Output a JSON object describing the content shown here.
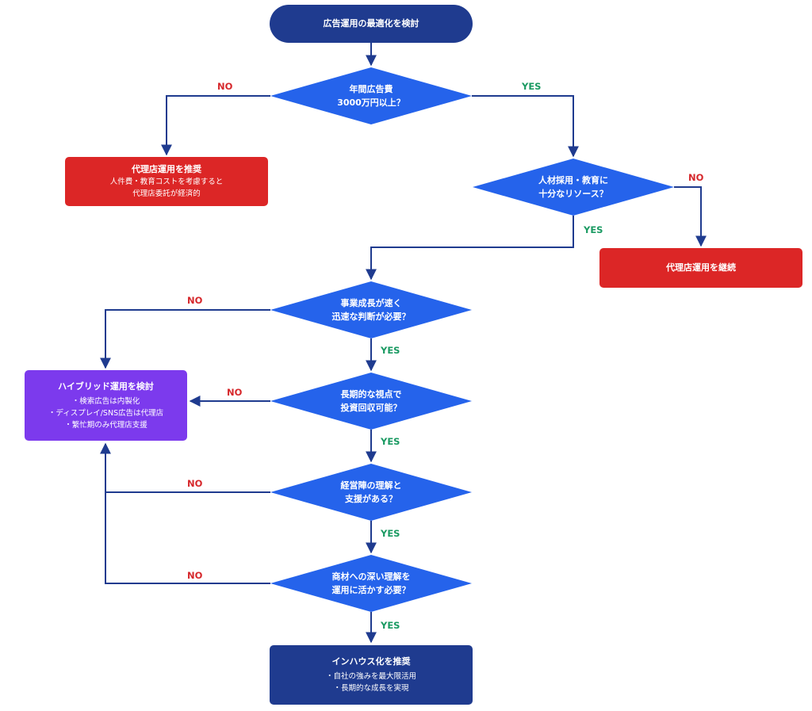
{
  "colors": {
    "navy": "#1f3b8f",
    "blue_decision": "#2563eb",
    "red": "#dc2626",
    "purple": "#7c3aed",
    "edge": "#1f3b8f",
    "no_label": "#d6282c",
    "yes_label": "#1a9a62"
  },
  "start": {
    "title": "広告運用の最適化を検討"
  },
  "decision1": {
    "line1": "年間広告費",
    "line2": "3000万円以上？"
  },
  "decision2": {
    "line1": "人材採用・教育に",
    "line2": "十分なリソース？"
  },
  "decision3": {
    "line1": "事業成長が速く",
    "line2": "迅速な判断が必要？"
  },
  "decision4": {
    "line1": "長期的な視点で",
    "line2": "投資回収可能？"
  },
  "decision5": {
    "line1": "経営陣の理解と",
    "line2": "支援がある？"
  },
  "decision6": {
    "line1": "商材への深い理解を",
    "line2": "運用に活かす必要？"
  },
  "agency_recommend": {
    "title": "代理店運用を推奨",
    "line1": "人件費・教育コストを考慮すると",
    "line2": "代理店委託が経済的"
  },
  "agency_continue": {
    "title": "代理店運用を継続"
  },
  "hybrid": {
    "title": "ハイブリッド運用を検討",
    "line1": "・検索広告は内製化",
    "line2": "・ディスプレイ/SNS広告は代理店",
    "line3": "・繁忙期のみ代理店支援"
  },
  "inhouse": {
    "title": "インハウス化を推奨",
    "line1": "・自社の強みを最大限活用",
    "line2": "・長期的な成長を実現"
  },
  "labels": {
    "no": "NO",
    "yes": "YES"
  }
}
